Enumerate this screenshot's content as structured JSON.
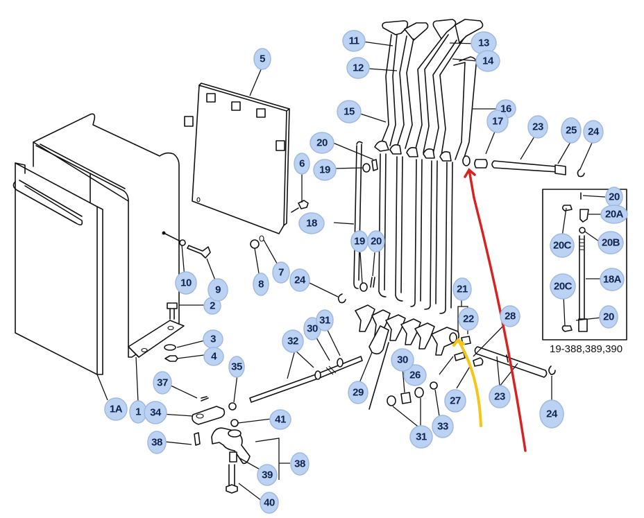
{
  "diagram": {
    "callouts": [
      {
        "id": "1",
        "label": "1"
      },
      {
        "id": "1a",
        "label": "1A"
      },
      {
        "id": "2",
        "label": "2"
      },
      {
        "id": "3",
        "label": "3"
      },
      {
        "id": "4",
        "label": "4"
      },
      {
        "id": "5",
        "label": "5"
      },
      {
        "id": "6",
        "label": "6"
      },
      {
        "id": "7",
        "label": "7"
      },
      {
        "id": "8",
        "label": "8"
      },
      {
        "id": "9",
        "label": "9"
      },
      {
        "id": "10",
        "label": "10"
      },
      {
        "id": "11",
        "label": "11"
      },
      {
        "id": "12",
        "label": "12"
      },
      {
        "id": "13",
        "label": "13"
      },
      {
        "id": "14",
        "label": "14"
      },
      {
        "id": "15",
        "label": "15"
      },
      {
        "id": "16",
        "label": "16"
      },
      {
        "id": "17",
        "label": "17"
      },
      {
        "id": "18",
        "label": "18"
      },
      {
        "id": "19a",
        "label": "19"
      },
      {
        "id": "19b",
        "label": "19"
      },
      {
        "id": "20a",
        "label": "20"
      },
      {
        "id": "20b",
        "label": "20"
      },
      {
        "id": "21",
        "label": "21"
      },
      {
        "id": "22",
        "label": "22"
      },
      {
        "id": "23a",
        "label": "23"
      },
      {
        "id": "23b",
        "label": "23"
      },
      {
        "id": "24a",
        "label": "24"
      },
      {
        "id": "24b",
        "label": "24"
      },
      {
        "id": "24c",
        "label": "24"
      },
      {
        "id": "25",
        "label": "25"
      },
      {
        "id": "26",
        "label": "26"
      },
      {
        "id": "27",
        "label": "27"
      },
      {
        "id": "28",
        "label": "28"
      },
      {
        "id": "29",
        "label": "29"
      },
      {
        "id": "30a",
        "label": "30"
      },
      {
        "id": "30b",
        "label": "30"
      },
      {
        "id": "31a",
        "label": "31"
      },
      {
        "id": "31b",
        "label": "31"
      },
      {
        "id": "32",
        "label": "32"
      },
      {
        "id": "33",
        "label": "33"
      },
      {
        "id": "34",
        "label": "34"
      },
      {
        "id": "35",
        "label": "35"
      },
      {
        "id": "37",
        "label": "37"
      },
      {
        "id": "38a",
        "label": "38"
      },
      {
        "id": "38b",
        "label": "38"
      },
      {
        "id": "39",
        "label": "39"
      },
      {
        "id": "40",
        "label": "40"
      },
      {
        "id": "41",
        "label": "41"
      }
    ],
    "inset": {
      "callouts": [
        {
          "id": "i20a",
          "label": "20"
        },
        {
          "id": "i20A",
          "label": "20A"
        },
        {
          "id": "i20C1",
          "label": "20C"
        },
        {
          "id": "i20B",
          "label": "20B"
        },
        {
          "id": "i18A",
          "label": "18A"
        },
        {
          "id": "i20C2",
          "label": "20C"
        },
        {
          "id": "i20b",
          "label": "20"
        }
      ],
      "caption": "19-388,389,390"
    },
    "annotation_colors": {
      "red_arrow": "#d82222",
      "yellow_arrow": "#f5c518",
      "bubble_fill": "#bcd2f2",
      "bubble_text": "#0f2350"
    }
  }
}
